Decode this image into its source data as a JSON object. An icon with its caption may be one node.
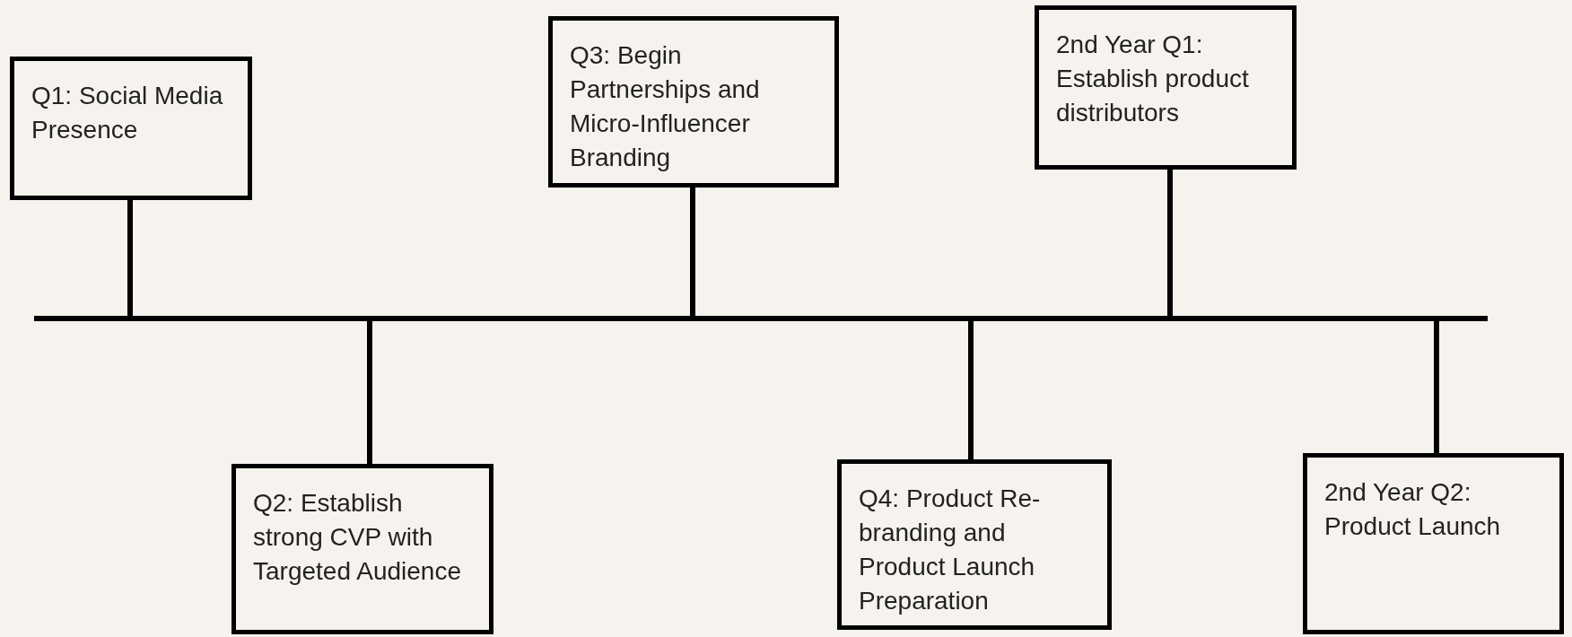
{
  "diagram": {
    "nodes": [
      {
        "text": [],
        "shape": "bar"
      },
      {
        "text": [
          "Q1: Social Media Presence"
        ]
      },
      {
        "text": [
          "Q2: Establish strong CVP with Targeted Audience"
        ]
      },
      {
        "text": [
          "Q3: Begin Partnerships and Micro-Influencer Branding"
        ]
      },
      {
        "text": [
          "Q4: Product Re-branding and Product Launch Preparation"
        ]
      },
      {
        "text": [
          "2nd Year Q1: Establish product distributors"
        ]
      },
      {
        "text": [
          "2nd Year Q2: Product Launch"
        ]
      }
    ],
    "edges": [
      {
        "from": 1,
        "to": 0,
        "arrow": "none"
      },
      {
        "from": 2,
        "to": 0,
        "arrow": "none"
      },
      {
        "from": 3,
        "to": 0,
        "arrow": "none"
      },
      {
        "from": 4,
        "to": 0,
        "arrow": "none"
      },
      {
        "from": 5,
        "to": 0,
        "arrow": "none"
      },
      {
        "from": 6,
        "to": 0,
        "arrow": "none"
      }
    ]
  }
}
